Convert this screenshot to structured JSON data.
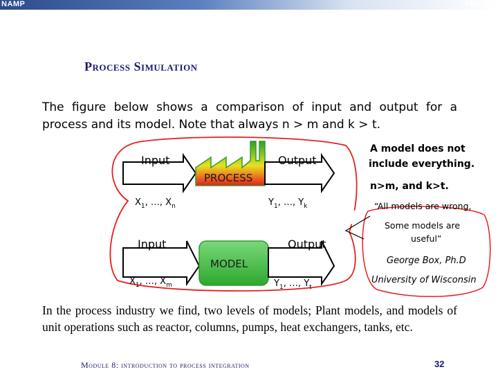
{
  "header": {
    "left_label": "NAMP",
    "right_label": "PIECE"
  },
  "slide": {
    "title": "Process Simulation",
    "intro": "The figure below shows a comparison of input and output for a process and its model. Note that always n > m and k > t.",
    "outro": "In the process industry we find, two levels of models; Plant models, and  models of unit operations such as reactor, columns, pumps, heat exchangers, tanks, etc."
  },
  "diagram": {
    "process": {
      "input_label": "Input",
      "output_label": "Output",
      "box_label": "PROCESS",
      "input_vars": "X1, …, Xn",
      "output_vars": "Y1, …, Yk"
    },
    "model": {
      "input_label": "Input",
      "output_label": "Output",
      "box_label": "MODEL",
      "input_vars": "X1, …, Xm",
      "output_vars": "Y1, …, Yt"
    },
    "callout": {
      "line1": "A model does not",
      "line2": "include everything.",
      "line3": "n>m, and k>t.",
      "quote1": "“All models are wrong,",
      "quote2": "Some models are",
      "quote3": "useful”",
      "author": "George Box, Ph.D",
      "affiliation": "University of Wisconsin"
    },
    "colors": {
      "process_top": "#2e9e2e",
      "process_bottom": "#e81e1e",
      "model_fill": "#3dbb3d",
      "callout_border": "#e81e1e",
      "arrow_stroke": "#000000"
    }
  },
  "footer": {
    "module": "Module 8: introduction to process integration",
    "page": "32"
  }
}
